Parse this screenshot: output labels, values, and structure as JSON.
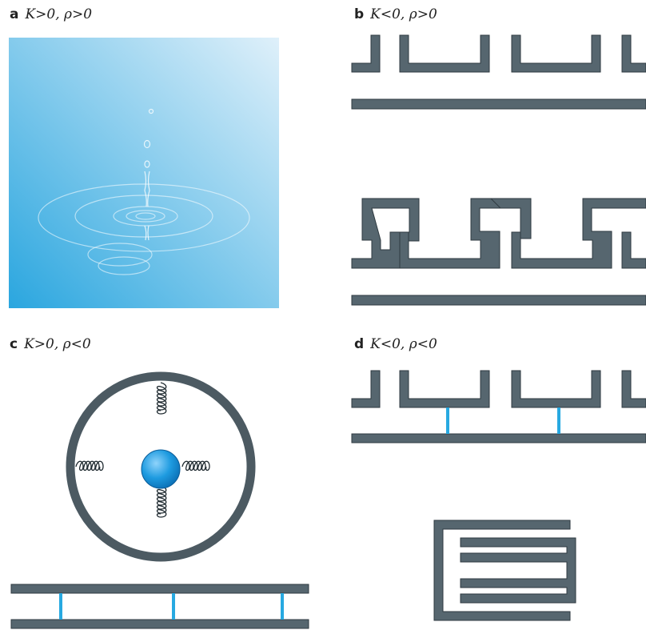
{
  "panels": {
    "a": {
      "letter": "a",
      "condition": "K>0, ρ>0"
    },
    "b": {
      "letter": "b",
      "condition": "K<0, ρ>0"
    },
    "c": {
      "letter": "c",
      "condition": "K>0, ρ<0"
    },
    "d": {
      "letter": "d",
      "condition": "K<0, ρ<0"
    }
  },
  "colors": {
    "structure": "#56666f",
    "connector": "#27a9e1",
    "water_light": "#d9eef9",
    "water_dark": "#2ca7e0",
    "mass": "#1d9ae0"
  },
  "icons": {
    "a": "water-drop-ripple-icon",
    "b": "split-ring-resonator-icon",
    "c": "mass-in-shell-with-springs-icon",
    "d": "wire-connected-resonator-icon"
  }
}
